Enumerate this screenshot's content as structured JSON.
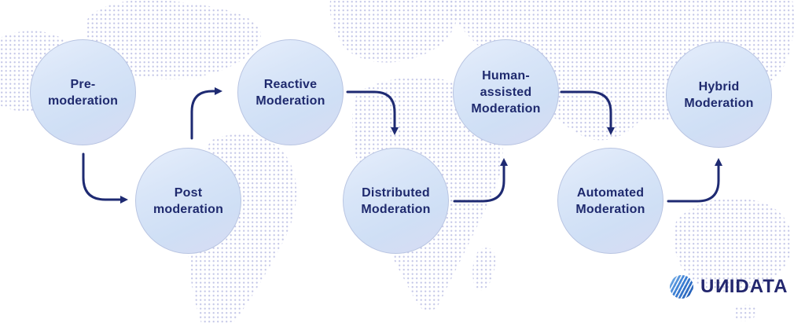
{
  "diagram": {
    "nodes": [
      {
        "id": "pre-moderation",
        "lines": [
          "Pre-",
          "moderation"
        ]
      },
      {
        "id": "post-moderation",
        "lines": [
          "Post",
          "moderation"
        ]
      },
      {
        "id": "reactive-moderation",
        "lines": [
          "Reactive",
          "Moderation"
        ]
      },
      {
        "id": "distributed-moderation",
        "lines": [
          "Distributed",
          "Moderation"
        ]
      },
      {
        "id": "human-assisted-moderation",
        "lines": [
          "Human-",
          "assisted",
          "Moderation"
        ]
      },
      {
        "id": "automated-moderation",
        "lines": [
          "Automated",
          "Moderation"
        ]
      },
      {
        "id": "hybrid-moderation",
        "lines": [
          "Hybrid",
          "Moderation"
        ]
      }
    ],
    "arrows": [
      {
        "from": "pre-moderation",
        "to": "post-moderation"
      },
      {
        "from": "post-moderation",
        "to": "reactive-moderation"
      },
      {
        "from": "reactive-moderation",
        "to": "distributed-moderation"
      },
      {
        "from": "distributed-moderation",
        "to": "human-assisted-moderation"
      },
      {
        "from": "human-assisted-moderation",
        "to": "automated-moderation"
      },
      {
        "from": "automated-moderation",
        "to": "hybrid-moderation"
      }
    ],
    "colors": {
      "node_fill_light": "#e6eefb",
      "node_fill_blue": "#cfdff5",
      "node_fill_lavender": "#d8dbf3",
      "node_border": "#b9c5e2",
      "node_text": "#1f2a6e",
      "arrow": "#1e2a72",
      "map_dot": "#c5c8e8",
      "background": "#ffffff"
    }
  },
  "logo": {
    "text": "UNIDATA",
    "parts": {
      "u": "U",
      "n": "N",
      "rest": "IDATA"
    },
    "text_color": "#23276e",
    "globe_color": "#2f6cc4"
  }
}
